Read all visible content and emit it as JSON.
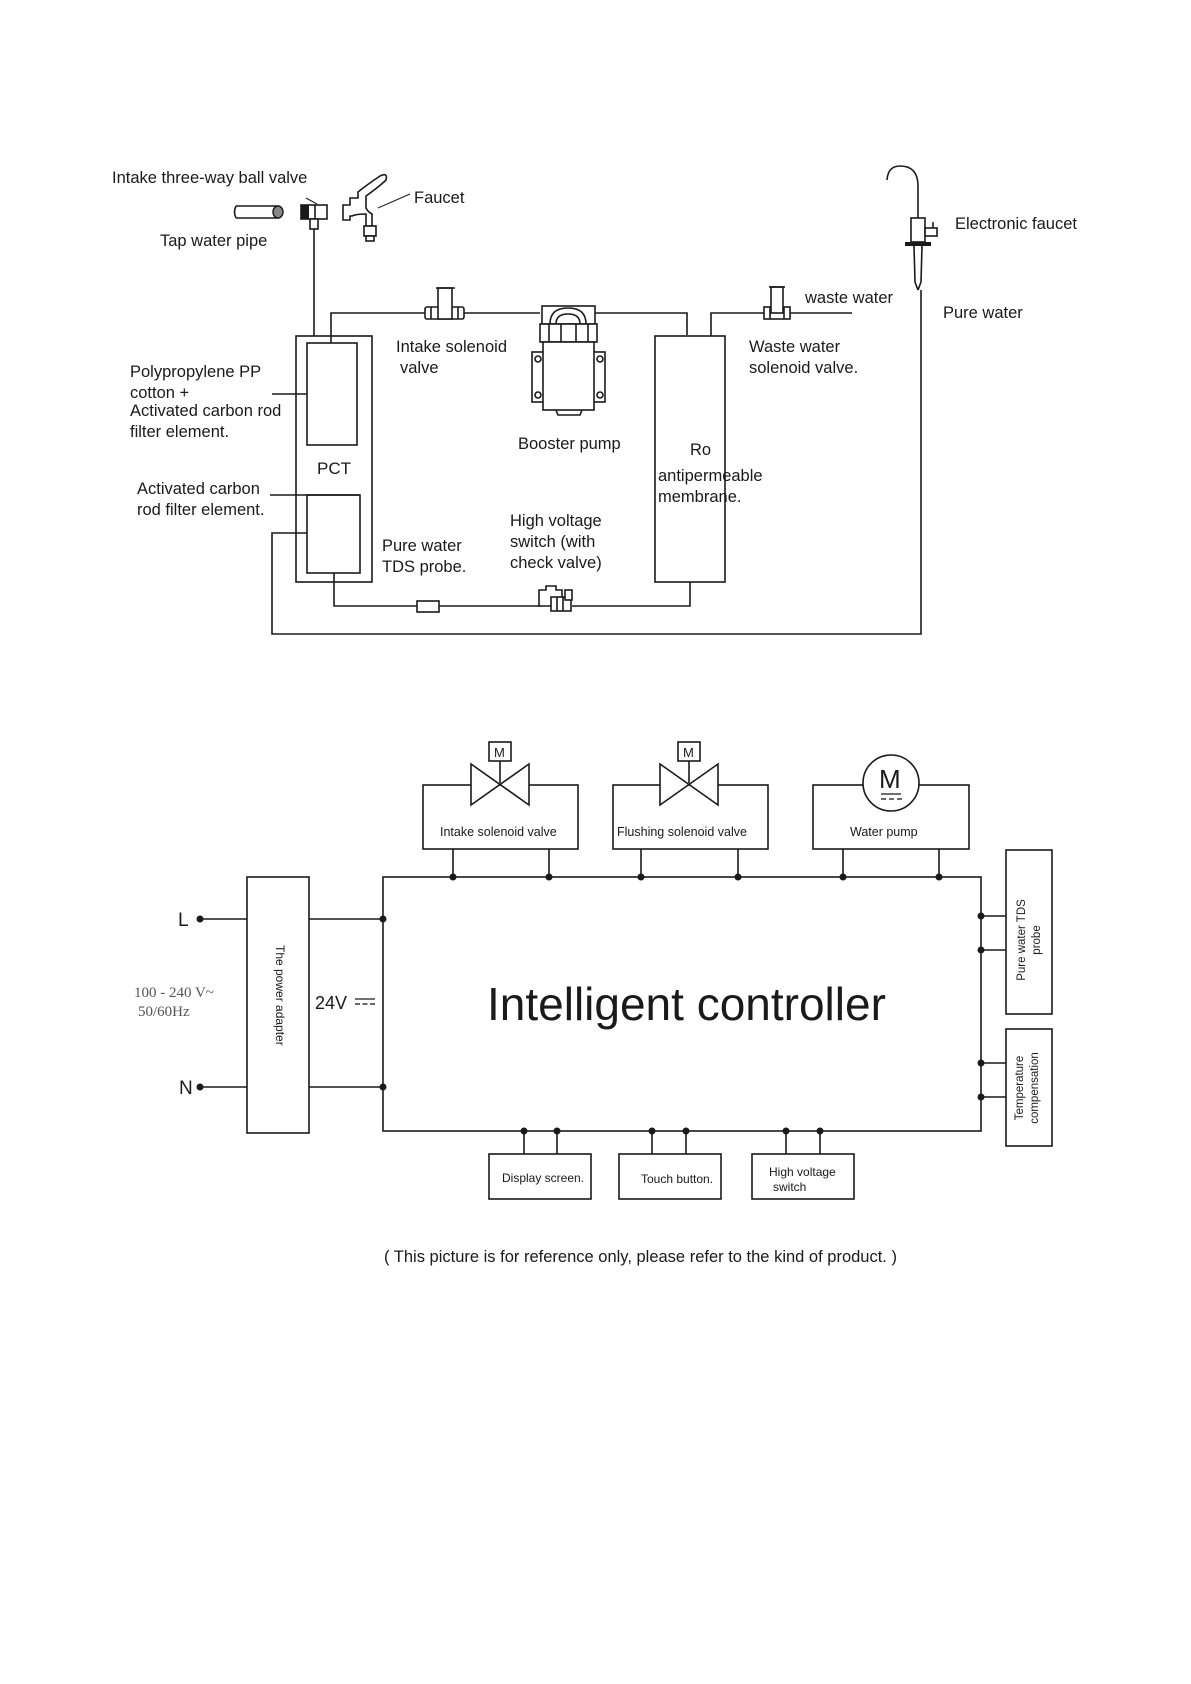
{
  "plumbing_diagram": {
    "labels": {
      "intake_ball_valve": "Intake three-way ball valve",
      "faucet": "Faucet",
      "tap_water_pipe": "Tap water pipe",
      "electronic_faucet": "Electronic faucet",
      "waste_water": "waste water",
      "pure_water": "Pure water",
      "pp_filter_line1": "Polypropylene PP",
      "pp_filter_line2": "cotton +",
      "pp_filter_line3": "Activated carbon rod",
      "pp_filter_line4": "filter element.",
      "pct": "PCT",
      "carbon_filter_line1": "Activated carbon",
      "carbon_filter_line2": "rod filter element.",
      "intake_solenoid_line1": "Intake solenoid",
      "intake_solenoid_line2": "valve",
      "booster_pump": "Booster pump",
      "ro_line1": "Ro",
      "ro_line2": "antipermeable",
      "ro_line3": "membrane.",
      "waste_solenoid_line1": "Waste water",
      "waste_solenoid_line2": "solenoid valve.",
      "tds_probe_line1": "Pure water",
      "tds_probe_line2": "TDS probe.",
      "hv_switch_line1": "High voltage",
      "hv_switch_line2": "switch (with",
      "hv_switch_line3": "check valve)"
    }
  },
  "wiring_diagram": {
    "power": {
      "live": "L",
      "neutral": "N",
      "input_voltage": "100 - 240  V~",
      "input_frequency": "50/60Hz",
      "adapter": "The power adapter",
      "output_voltage": "24V"
    },
    "controller_title": "Intelligent controller",
    "top_components": [
      {
        "label": "Intake solenoid valve",
        "symbol": "M"
      },
      {
        "label": "Flushing solenoid valve",
        "symbol": "M"
      },
      {
        "label": "Water pump",
        "symbol": "M"
      }
    ],
    "right_components": [
      {
        "line1": "Pure water TDS",
        "line2": "probe"
      },
      {
        "line1": "Temperature",
        "line2": "compensation"
      }
    ],
    "bottom_components": [
      {
        "line1": "Display screen.",
        "line2": ""
      },
      {
        "line1": "Touch button.",
        "line2": ""
      },
      {
        "line1": "High voltage",
        "line2": "switch"
      }
    ]
  },
  "footnote": "( This picture is for reference only, please refer to the kind of product. )"
}
